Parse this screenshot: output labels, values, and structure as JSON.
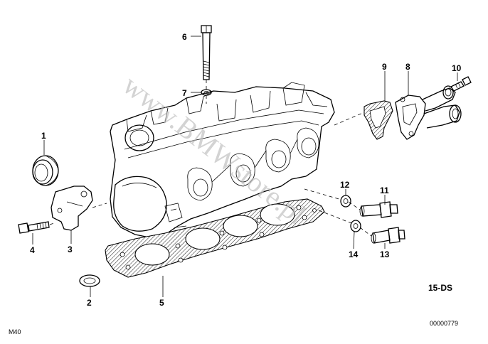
{
  "watermark": "www.BMWstore.pl",
  "callouts": {
    "c1": "1",
    "c2": "2",
    "c3": "3",
    "c4": "4",
    "c5": "5",
    "c6": "6",
    "c7": "7",
    "c8": "8",
    "c9": "9",
    "c10": "10",
    "c11": "11",
    "c12": "12",
    "c13": "13",
    "c14": "14"
  },
  "diagram_code": "15-DS",
  "image_number": "00000779",
  "engine_label": "M40"
}
